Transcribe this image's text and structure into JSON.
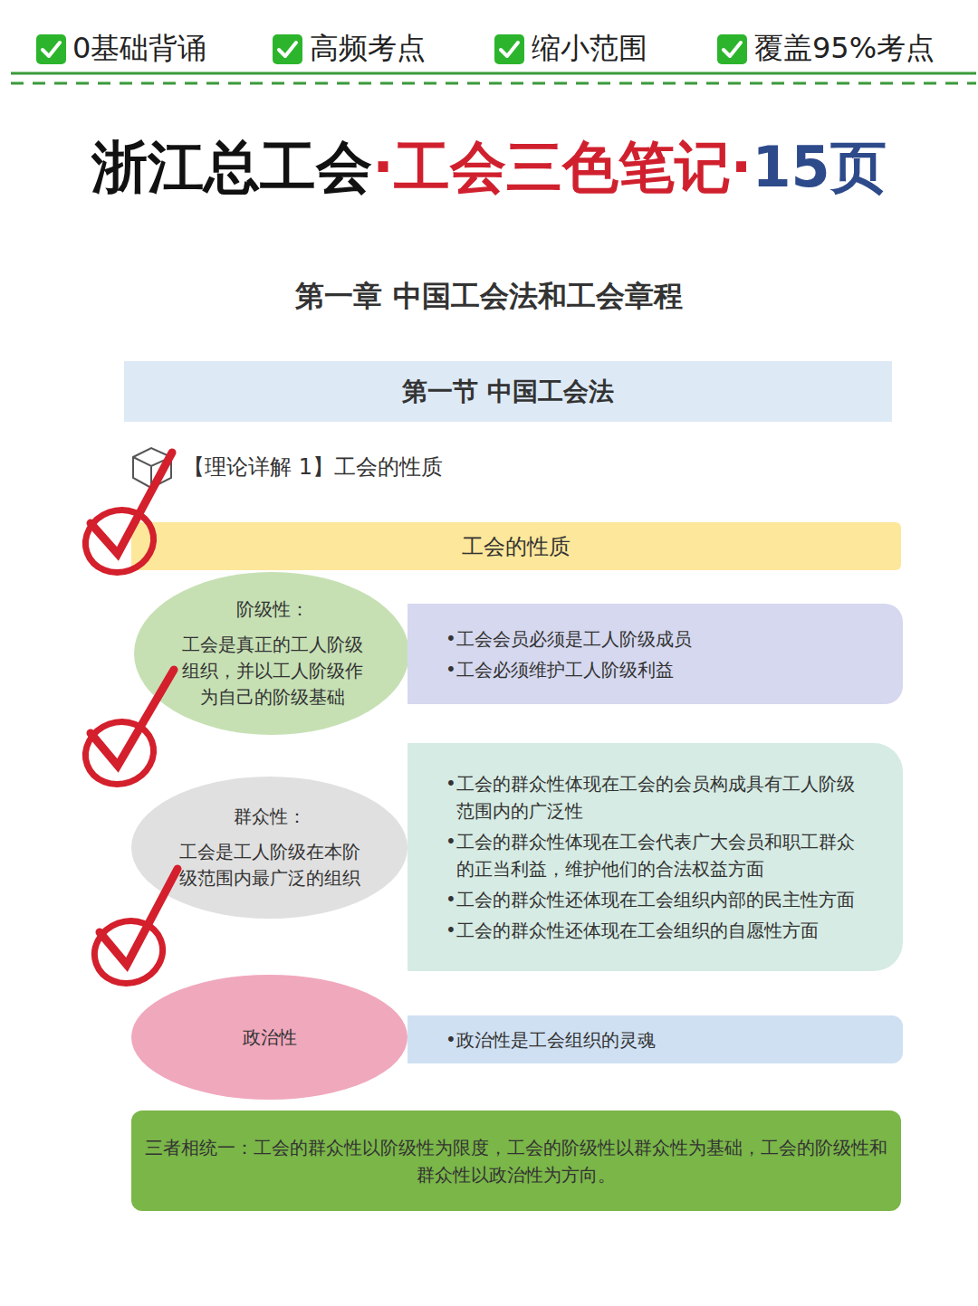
{
  "diagram": {
    "nodes": [
      {
        "text": [
          "第一节  中国工会法"
        ]
      },
      {
        "text": [
          "工会的性质"
        ]
      },
      {
        "text": [
          "阶级性：",
          "工会是真正的工人阶级组织，并以工人阶级作为自己的阶级基础"
        ]
      },
      {
        "text": [
          "•工会会员必须是工人阶级成员",
          "•工会必须维护工人阶级利益"
        ]
      },
      {
        "text": [
          "群众性：",
          "工会是工人阶级在本阶级范围内最广泛的组织"
        ]
      },
      {
        "text": [
          "•工会的群众性体现在工会的会员构成具有工人阶级范围内的广泛性",
          "•工会的群众性体现在工会代表广大会员和职工群众的正当利益，维护他们的合法权益方面",
          "•工会的群众性还体现在工会组织内部的民主性方面",
          "•工会的群众性还体现在工会组织的自愿性方面"
        ]
      },
      {
        "text": [
          "政治性"
        ]
      },
      {
        "text": [
          "•政治性是工会组织的灵魂"
        ]
      },
      {
        "text": [
          "三者相统一：工会的群众性以阶级性为限度，工会的阶级性以群众性为基础，工会的阶级性和群众性以政治性为方向。"
        ]
      }
    ],
    "labels": [
      "0基础背诵",
      "高频考点",
      "缩小范围",
      "覆盖95%考点",
      "浙江总工会",
      "·工会三色笔记·",
      "15页",
      "第一章  中国工会法和工会章程",
      "【理论详解 1】工会的性质"
    ]
  }
}
